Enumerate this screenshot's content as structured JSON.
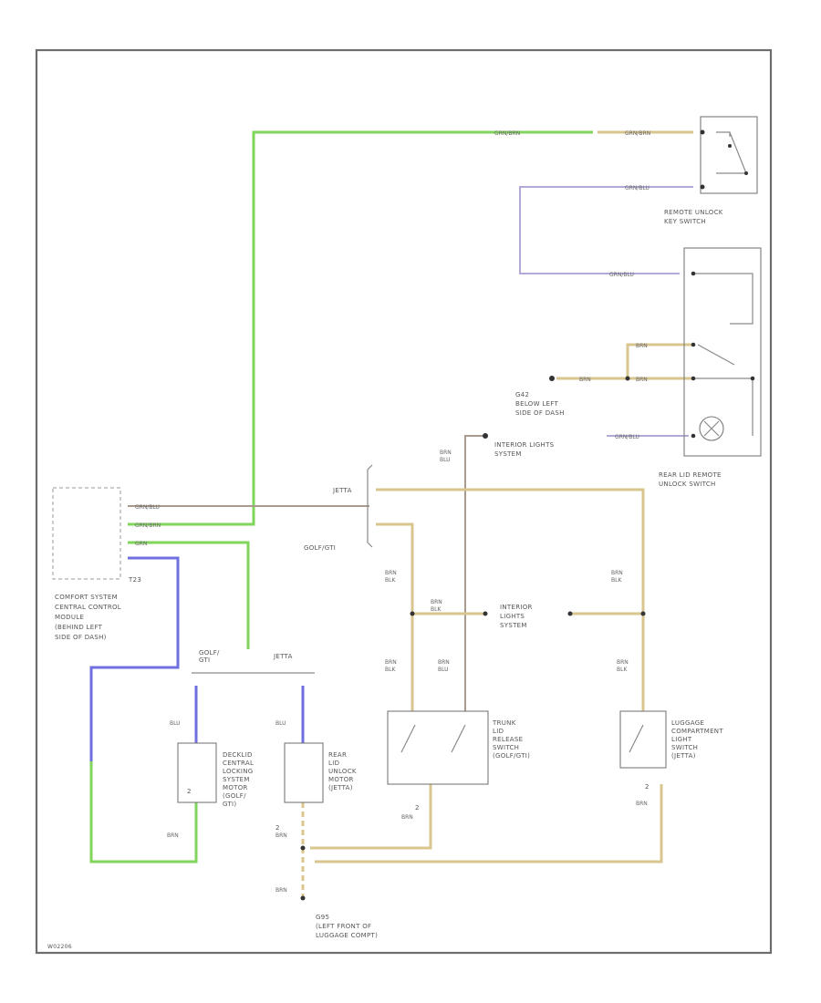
{
  "wire_labels": {
    "grn_brn_top": "GRN/BRN",
    "grn_brn_top2": "GRN/BRN",
    "grn_blu_1": "GRN/BLU",
    "grn_blu_2": "GRN/BLU",
    "grn_blu_3": "GRN/BLU",
    "brn_a": "BRN",
    "brn_b": "BRN",
    "brn_c": "BRN",
    "brn_blu_int": "BRN\nBLU",
    "conn_grn_blu": "GRN/BLU",
    "conn_grn_brn": "GRN/BRN",
    "conn_grn": "GRN",
    "brn_blk_l": "BRN\nBLK",
    "brn_blk_mid": "BRN\nBLK",
    "brn_blk_r": "BRN\nBLK",
    "brn_blk_l2": "BRN\nBLK",
    "brn_blu_2": "BRN\nBLU",
    "brn_blk_r2": "BRN\nBLK",
    "blu_1": "BLU",
    "blu_2": "BLU",
    "brn_gnd_1": "BRN",
    "brn_gnd_2": "BRN",
    "brn_gnd_3": "BRN",
    "brn_gnd_4": "BRN",
    "brn_gnd_5": "BRN"
  },
  "labels": {
    "remote_unlock_key_switch": [
      "REMOTE UNLOCK",
      "KEY SWITCH"
    ],
    "rear_lid_remote_unlock_switch": [
      "REAR LID REMOTE",
      "UNLOCK SWITCH"
    ],
    "g42": [
      "G42",
      "BELOW LEFT",
      "SIDE OF DASH"
    ],
    "interior_lights_system_top": [
      "INTERIOR LIGHTS",
      "SYSTEM"
    ],
    "interior_lights_system_mid": [
      "INTERIOR",
      "LIGHTS",
      "SYSTEM"
    ],
    "jetta_top": "JETTA",
    "golf_gti": "GOLF/GTI",
    "t23": "T23",
    "comfort_module": [
      "COMFORT SYSTEM",
      "CENTRAL CONTROL",
      "MODULE",
      "(BEHIND LEFT",
      "SIDE OF DASH)"
    ],
    "golf_gti_lower": [
      "GOLF/",
      "GTI"
    ],
    "jetta_lower": "JETTA",
    "decklid_motor": [
      "DECKLID",
      "CENTRAL",
      "LOCKING",
      "SYSTEM",
      "MOTOR",
      "(GOLF/",
      "GTI)"
    ],
    "rear_lid_motor": [
      "REAR",
      "LID",
      "UNLOCK",
      "MOTOR",
      "(JETTA)"
    ],
    "trunk_lid_switch": [
      "TRUNK",
      "LID",
      "RELEASE",
      "SWITCH",
      "(GOLF/GTI)"
    ],
    "luggage_light_switch": [
      "LUGGAGE",
      "COMPARTMENT",
      "LIGHT",
      "SWITCH",
      "(JETTA)"
    ],
    "g95": [
      "G95",
      "(LEFT FRONT OF",
      "LUGGAGE COMPT)"
    ],
    "pin_2a": "2",
    "pin_2b": "2",
    "pin_2c": "2",
    "pin_2d": "2",
    "figure_id": "W02206"
  },
  "colors": {
    "green": "#7fd65a",
    "tan": "#d9c68f",
    "brown": "#a89a8c",
    "purple": "#b4a8d8",
    "blue": "#6f6fe0"
  }
}
